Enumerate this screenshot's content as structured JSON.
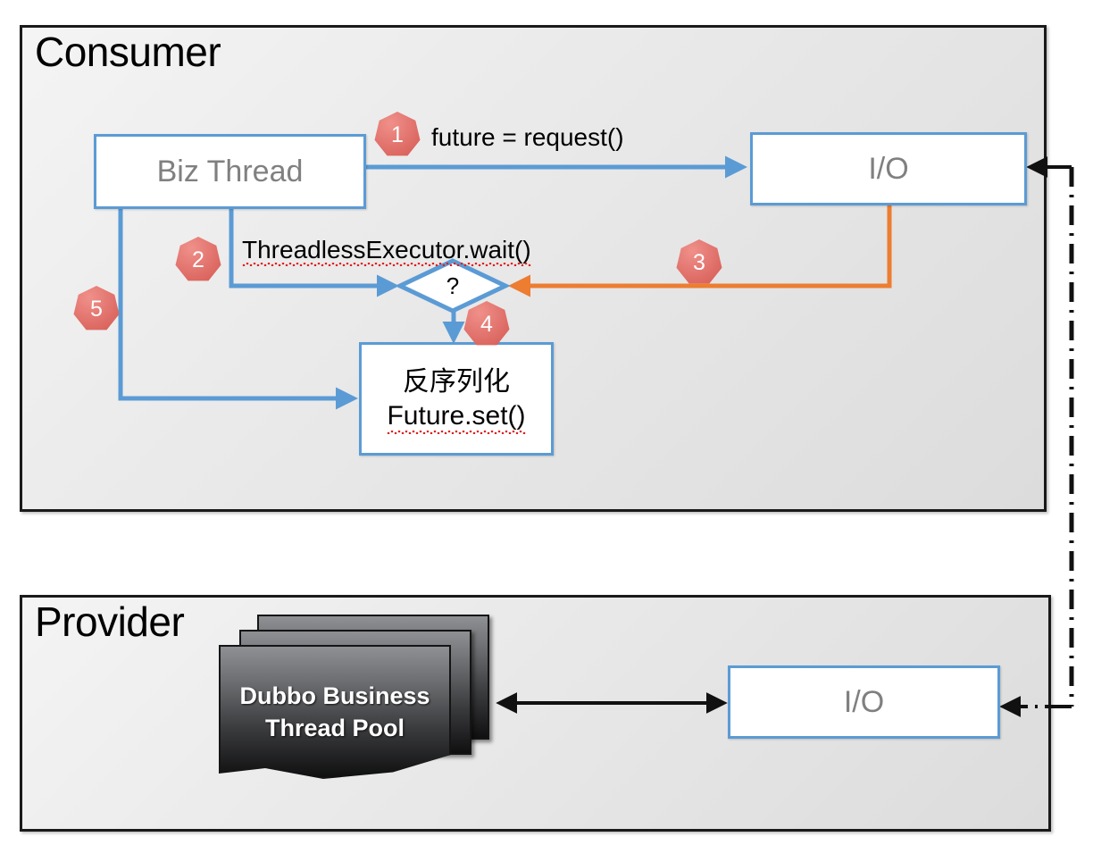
{
  "diagram": {
    "title_consumer": "Consumer",
    "title_provider": "Provider",
    "colors": {
      "blue": "#5B9BD5",
      "orange": "#ED7D31",
      "badge_red": "#E0706A",
      "panel_border": "#1A1A1A",
      "box_text_gray": "#808080"
    }
  },
  "consumer": {
    "title": "Consumer",
    "biz_thread": {
      "label": "Biz Thread"
    },
    "io": {
      "label": "I/O"
    },
    "decision": {
      "label": "?"
    },
    "deserialize_box": {
      "line1": "反序列化",
      "line2": "Future.set()"
    },
    "labels": {
      "request": "future = request()",
      "wait": "ThreadlessExecutor.wait()"
    },
    "badges": [
      {
        "num": "1"
      },
      {
        "num": "2"
      },
      {
        "num": "3"
      },
      {
        "num": "4"
      },
      {
        "num": "5"
      }
    ]
  },
  "provider": {
    "title": "Provider",
    "thread_pool": {
      "line1": "Dubbo Business",
      "line2": "Thread Pool"
    },
    "io": {
      "label": "I/O"
    }
  }
}
